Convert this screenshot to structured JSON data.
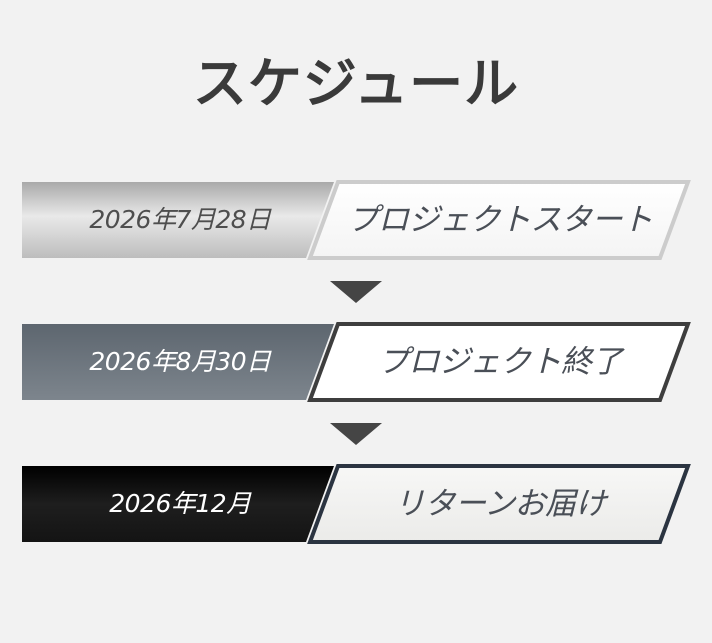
{
  "title": "スケジュール",
  "steps": [
    {
      "date": "2026年7月28日",
      "label": "プロジェクトスタート"
    },
    {
      "date": "2026年8月30日",
      "label": "プロジェクト終了"
    },
    {
      "date": "2026年12月",
      "label": "リターンお届け"
    }
  ],
  "colors": {
    "background": "#f2f2f2",
    "title": "#3a3a3a",
    "step1_date_fill": "#cfcfcf",
    "step1_border": "#cccccc",
    "step2_date_fill": "#6d767f",
    "step2_border": "#3e3e3e",
    "step3_date_fill": "#111111",
    "step3_border": "#2b3441",
    "arrow": "#454545"
  }
}
